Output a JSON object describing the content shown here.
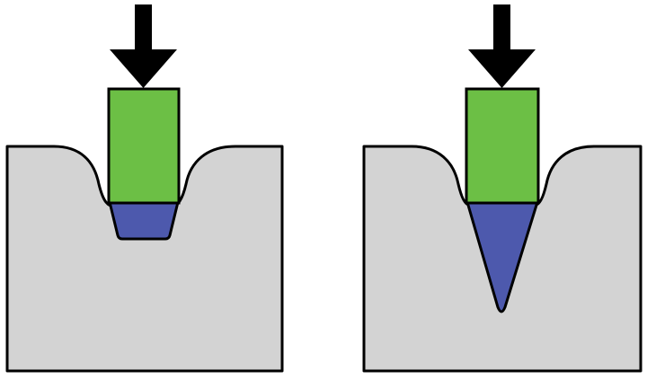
{
  "figure": {
    "panels": [
      {
        "id": "blunt-tip-indenter",
        "tip_shape": "truncated-cone"
      },
      {
        "id": "sharp-tip-indenter",
        "tip_shape": "pointed-cone"
      }
    ],
    "icons": [
      "down-arrow-icon",
      "indenter-body",
      "indenter-tip",
      "specimen-block"
    ]
  },
  "colors": {
    "background": "#ffffff",
    "specimen": "#d3d3d3",
    "indenter_body": "#6cbf45",
    "indenter_tip": "#4d59ad",
    "outline": "#000000",
    "arrow": "#000000"
  }
}
